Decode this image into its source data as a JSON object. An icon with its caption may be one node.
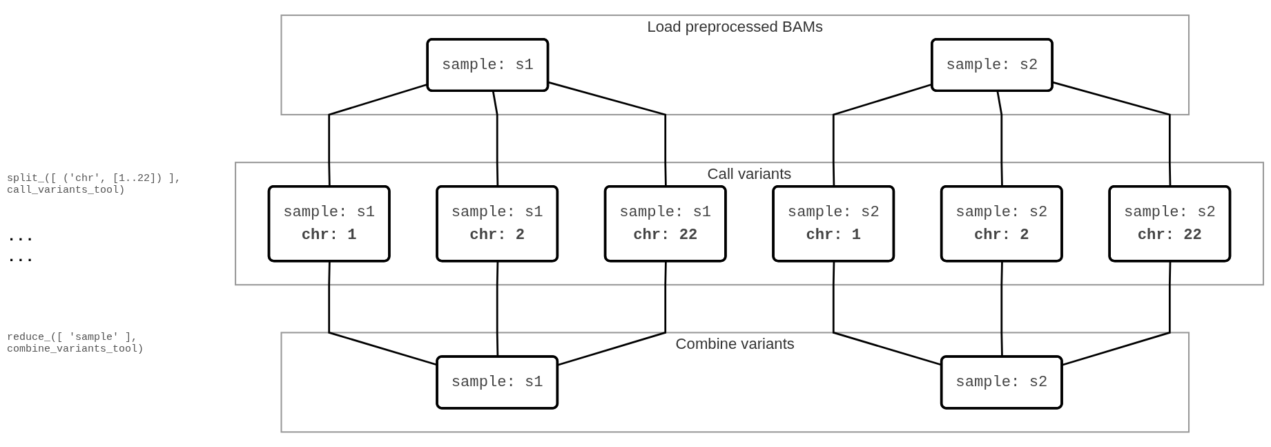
{
  "diagram": {
    "nodes": [
      {
        "text": [
          "Load preprocessed BAMs"
        ]
      },
      {
        "text": [
          "sample: s1"
        ],
        "in": 0
      },
      {
        "text": [
          "sample: s2"
        ],
        "in": 0
      },
      {
        "text": [
          "Call variants"
        ]
      },
      {
        "text": [
          "sample: s1",
          "chr: 1"
        ],
        "in": 3
      },
      {
        "text": [
          "sample: s1",
          "chr: 2"
        ],
        "in": 3
      },
      {
        "text": [
          "sample: s1",
          "chr: 22"
        ],
        "in": 3
      },
      {
        "text": [
          "sample: s2",
          "chr: 1"
        ],
        "in": 3
      },
      {
        "text": [
          "sample: s2",
          "chr: 2"
        ],
        "in": 3
      },
      {
        "text": [
          "sample: s2",
          "chr: 22"
        ],
        "in": 3
      },
      {
        "text": [
          "Combine variants"
        ]
      },
      {
        "text": [
          "sample: s1"
        ],
        "in": 10
      },
      {
        "text": [
          "sample: s2"
        ],
        "in": 10
      }
    ],
    "edges": [
      {
        "from": 1,
        "to": 4,
        "arrow": "none"
      },
      {
        "from": 1,
        "to": 5,
        "arrow": "none"
      },
      {
        "from": 1,
        "to": 6,
        "arrow": "none"
      },
      {
        "from": 2,
        "to": 7,
        "arrow": "none"
      },
      {
        "from": 2,
        "to": 8,
        "arrow": "none"
      },
      {
        "from": 2,
        "to": 9,
        "arrow": "none"
      },
      {
        "from": 4,
        "to": 11,
        "arrow": "none"
      },
      {
        "from": 5,
        "to": 11,
        "arrow": "none"
      },
      {
        "from": 6,
        "to": 11,
        "arrow": "none"
      },
      {
        "from": 7,
        "to": 12,
        "arrow": "none"
      },
      {
        "from": 8,
        "to": 12,
        "arrow": "none"
      },
      {
        "from": 9,
        "to": 12,
        "arrow": "none"
      }
    ],
    "labels": [
      "split_([ ('chr', [1..22]) ], call_variants_tool)",
      "...",
      "...",
      "reduce_([ 'sample' ], combine_variants_tool)"
    ]
  }
}
